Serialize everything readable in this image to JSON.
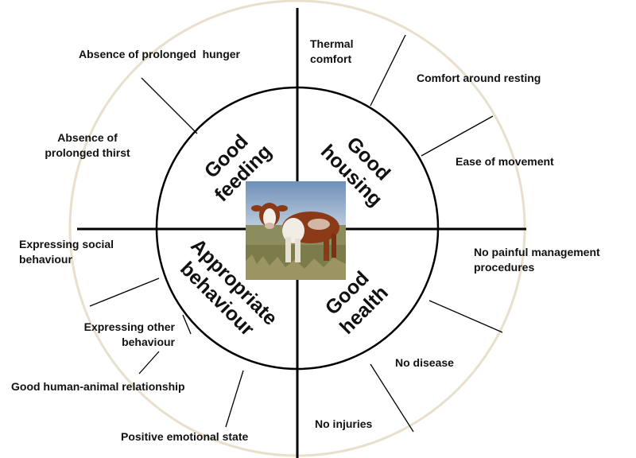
{
  "domains": {
    "feeding": [
      "Good",
      "feeding"
    ],
    "housing": [
      "Good",
      "housing"
    ],
    "health": [
      "Good",
      "health"
    ],
    "behaviour": [
      "Appropriate",
      "behaviour"
    ]
  },
  "criteria": {
    "prolonged_hunger": [
      "Absence of prolonged  hunger"
    ],
    "prolonged_thirst": [
      "Absence of",
      "prolonged thirst"
    ],
    "thermal_comfort": [
      "Thermal",
      "comfort"
    ],
    "comfort_resting": [
      "Comfort around resting"
    ],
    "ease_movement": [
      "Ease of movement"
    ],
    "painful_procedures": [
      "No painful management",
      "procedures"
    ],
    "no_disease": [
      "No disease"
    ],
    "no_injuries": [
      "No injuries"
    ],
    "social_behaviour": [
      "Expressing social",
      "behaviour"
    ],
    "other_behaviour": [
      "Expressing other",
      "behaviour"
    ],
    "human_animal": [
      "Good human-animal relationship"
    ],
    "emotional_state": [
      "Positive emotional state"
    ]
  },
  "colors": {
    "outer_ring": "#e8e0cc",
    "lines": "#000000",
    "text": "#111111"
  },
  "center_image": "hereford-cow-photo"
}
